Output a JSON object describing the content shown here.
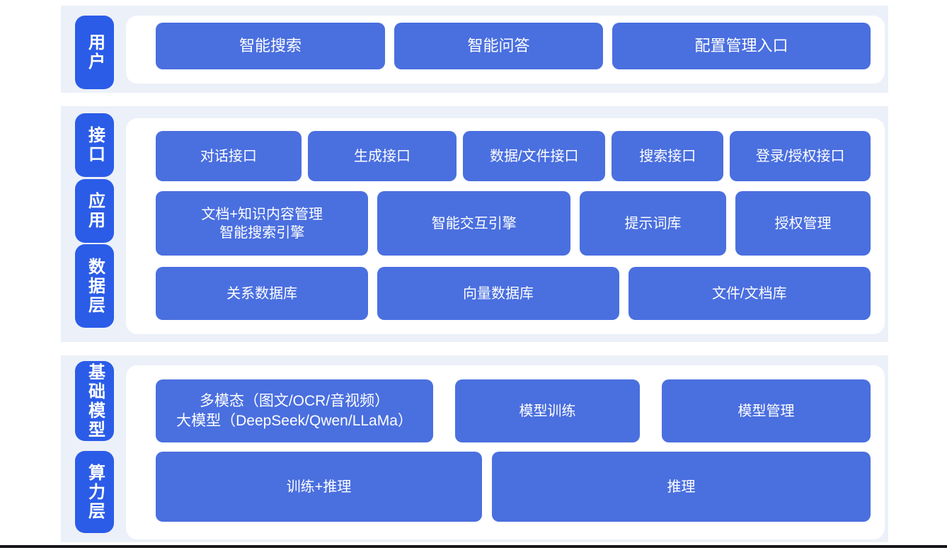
{
  "colors": {
    "label_blue": "#2b5ce8",
    "block_blue": "#4a6fdf",
    "section_bg": "#ecf0f8",
    "card_bg": "#ffffff",
    "text_white": "#ffffff",
    "bottom_line": "#14161b"
  },
  "sections": {
    "user": {
      "label": "用户",
      "blocks": {
        "search": "智能搜索",
        "qa": "智能问答",
        "config_entry": "配置管理入口"
      }
    },
    "middle": {
      "labels": {
        "interface": "接口",
        "application": "应用",
        "data_layer": "数据层"
      },
      "interface_row": {
        "dialog": "对话接口",
        "generation": "生成接口",
        "data_file": "数据/文件接口",
        "search": "搜索接口",
        "login_auth": "登录/授权接口"
      },
      "application_row": {
        "doc_line1": "文档+知识内容管理",
        "doc_line2": "智能搜索引擎",
        "interaction_engine": "智能交互引擎",
        "prompt_lib": "提示词库",
        "auth_mgmt": "授权管理"
      },
      "data_row": {
        "relational_db": "关系数据库",
        "vector_db": "向量数据库",
        "file_doc_lib": "文件/文档库"
      }
    },
    "bottom": {
      "labels": {
        "base_model": "基础模型",
        "compute_layer": "算力层"
      },
      "model_row": {
        "multimodal_line1": "多模态（图文/OCR/音视频）",
        "multimodal_line2": "大模型（DeepSeek/Qwen/LLaMa）",
        "training": "模型训练",
        "management": "模型管理"
      },
      "compute_row": {
        "train_infer": "训练+推理",
        "infer": "推理"
      }
    }
  }
}
